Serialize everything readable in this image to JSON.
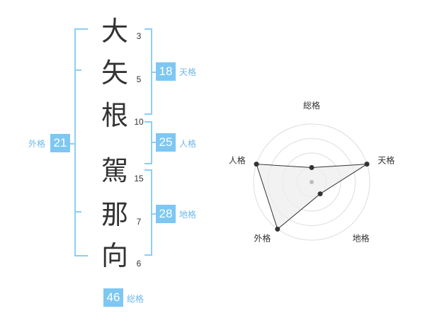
{
  "name": {
    "characters": [
      {
        "char": "大",
        "strokes": "3"
      },
      {
        "char": "矢",
        "strokes": "5"
      },
      {
        "char": "根",
        "strokes": "10"
      },
      {
        "char": "駕",
        "strokes": "15"
      },
      {
        "char": "那",
        "strokes": "7"
      },
      {
        "char": "向",
        "strokes": "6"
      }
    ]
  },
  "scores": {
    "tenkaku": {
      "label": "天格",
      "value": "18"
    },
    "jinkaku": {
      "label": "人格",
      "value": "25"
    },
    "chikaku": {
      "label": "地格",
      "value": "28"
    },
    "gaikaku": {
      "label": "外格",
      "value": "21"
    },
    "soukaku": {
      "label": "総格",
      "value": "46"
    }
  },
  "chart_data": {
    "type": "radar",
    "axes": [
      "総格",
      "天格",
      "地格",
      "外格",
      "人格"
    ],
    "values": [
      1,
      4,
      1,
      4,
      4
    ],
    "range": [
      0,
      4
    ],
    "rings": 4,
    "colors": {
      "fill": "#eeeeee",
      "ring": "#dddddd",
      "line": "#333333",
      "point": "#333333",
      "center": "#bbbbbb"
    }
  }
}
